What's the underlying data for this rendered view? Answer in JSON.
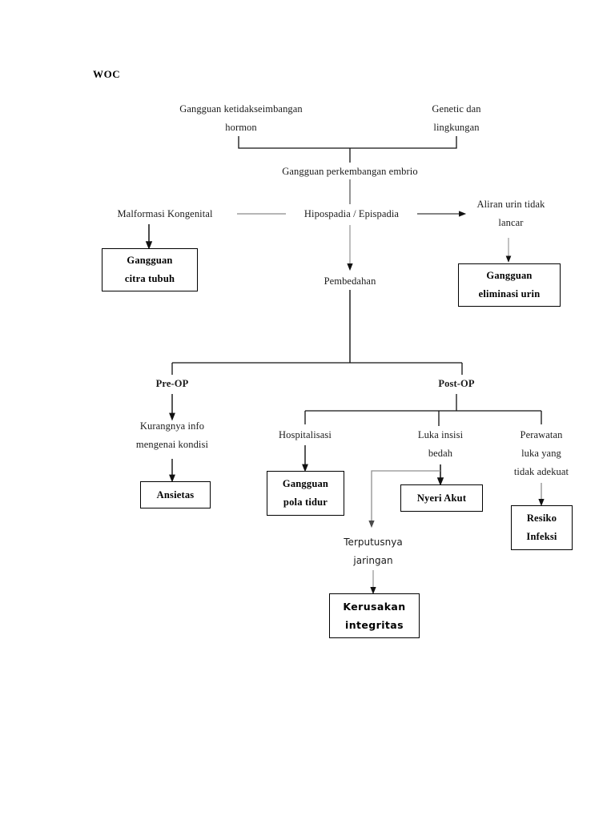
{
  "document": {
    "title": "WOC",
    "type": "flowchart",
    "background_color": "#ffffff",
    "line_color": "#000000",
    "text_color": "#1b1b1b"
  },
  "nodes": {
    "cause_hormon": {
      "label": "Gangguan ketidakseimbangan\nhormon",
      "style": "plain"
    },
    "cause_genetic": {
      "label": "Genetic dan\nlingkungan",
      "style": "plain"
    },
    "embrio": {
      "label": "Gangguan perkembangan embrio",
      "style": "plain"
    },
    "malformasi": {
      "label": "Malformasi Kongenital",
      "style": "plain"
    },
    "hipospadia": {
      "label": "Hipospadia / Epispadia",
      "style": "plain"
    },
    "aliran_urin": {
      "label": "Aliran urin tidak\nlancar",
      "style": "plain"
    },
    "citra_tubuh": {
      "label": "Gangguan\ncitra tubuh",
      "style": "boxed"
    },
    "eliminasi_urin": {
      "label": "Gangguan\neliminasi urin",
      "style": "boxed"
    },
    "pembedahan": {
      "label": "Pembedahan",
      "style": "plain"
    },
    "pre_op": {
      "label": "Pre-OP",
      "style": "plain-bold"
    },
    "post_op": {
      "label": "Post-OP",
      "style": "plain-bold"
    },
    "kurang_info": {
      "label": "Kurangnya info\nmengenai kondisi",
      "style": "plain"
    },
    "ansietas": {
      "label": "Ansietas",
      "style": "boxed"
    },
    "hospitalisasi": {
      "label": "Hospitalisasi",
      "style": "plain"
    },
    "pola_tidur": {
      "label": "Gangguan\npola tidur",
      "style": "boxed"
    },
    "luka_insisi": {
      "label": "Luka insisi\nbedah",
      "style": "plain"
    },
    "nyeri_akut": {
      "label": "Nyeri Akut",
      "style": "boxed"
    },
    "perawatan_luka": {
      "label": "Perawatan\nluka yang\ntidak adekuat",
      "style": "plain"
    },
    "resiko_infeksi": {
      "label": "Resiko\nInfeksi",
      "style": "boxed"
    },
    "terputusnya": {
      "label": "Terputusnya\njaringan",
      "style": "plain-sans"
    },
    "kerusakan": {
      "label": "Kerusakan\nintegritas",
      "style": "boxed-sans"
    }
  },
  "edges": [
    {
      "from": "cause_hormon",
      "to": "embrio",
      "kind": "bracket-merge"
    },
    {
      "from": "cause_genetic",
      "to": "embrio",
      "kind": "bracket-merge"
    },
    {
      "from": "embrio",
      "to": "hipospadia",
      "kind": "line"
    },
    {
      "from": "hipospadia",
      "to": "malformasi",
      "kind": "line-left"
    },
    {
      "from": "hipospadia",
      "to": "aliran_urin",
      "kind": "arrow-right"
    },
    {
      "from": "malformasi",
      "to": "citra_tubuh",
      "kind": "arrow-down"
    },
    {
      "from": "aliran_urin",
      "to": "eliminasi_urin",
      "kind": "arrow-down"
    },
    {
      "from": "hipospadia",
      "to": "pembedahan",
      "kind": "arrow-down"
    },
    {
      "from": "pembedahan",
      "to": "pre_op",
      "kind": "bracket-split"
    },
    {
      "from": "pembedahan",
      "to": "post_op",
      "kind": "bracket-split"
    },
    {
      "from": "pre_op",
      "to": "kurang_info",
      "kind": "arrow-down"
    },
    {
      "from": "kurang_info",
      "to": "ansietas",
      "kind": "arrow-down"
    },
    {
      "from": "post_op",
      "to": "hospitalisasi",
      "kind": "bracket-split"
    },
    {
      "from": "post_op",
      "to": "luka_insisi",
      "kind": "bracket-split"
    },
    {
      "from": "post_op",
      "to": "perawatan_luka",
      "kind": "bracket-split"
    },
    {
      "from": "hospitalisasi",
      "to": "pola_tidur",
      "kind": "arrow-down"
    },
    {
      "from": "luka_insisi",
      "to": "nyeri_akut",
      "kind": "arrow-down"
    },
    {
      "from": "luka_insisi",
      "to": "terputusnya",
      "kind": "elbow-down"
    },
    {
      "from": "perawatan_luka",
      "to": "resiko_infeksi",
      "kind": "arrow-down"
    },
    {
      "from": "terputusnya",
      "to": "kerusakan",
      "kind": "arrow-down"
    }
  ]
}
